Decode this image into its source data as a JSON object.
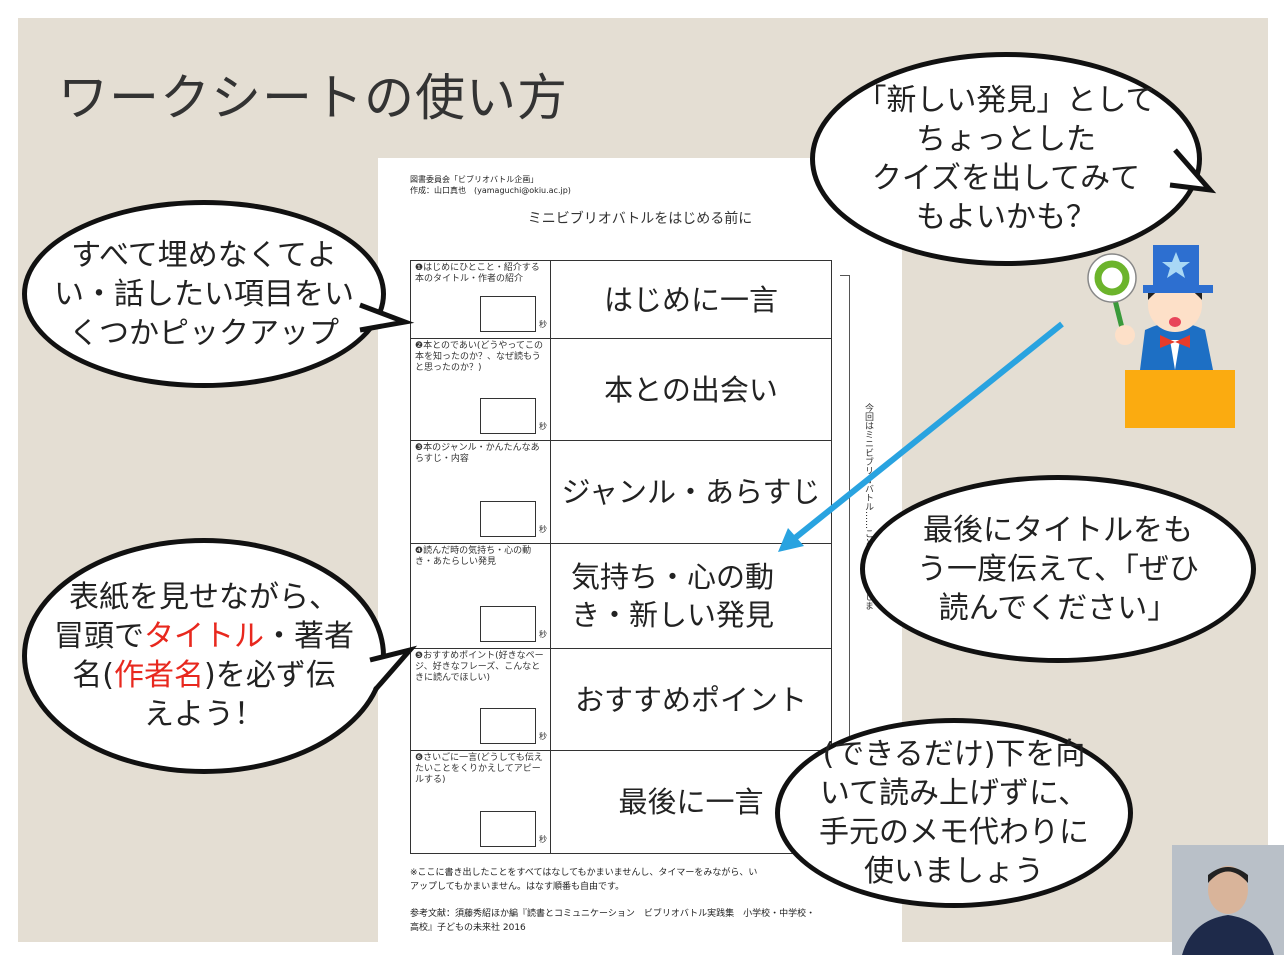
{
  "slide": {
    "title": "ワークシートの使い方"
  },
  "worksheet": {
    "header_line1": "図書委員会「ビブリオバトル企画」",
    "header_line2": "作成：山口真也　(yamaguchi@okiu.ac.jp)",
    "subtitle": "ミニビブリオバトルをはじめる前に",
    "rows": [
      {
        "prompt": "❶はじめにひとこと・紹介する本のタイトル・作者の紹介",
        "label": "はじめに一言",
        "unit": "秒"
      },
      {
        "prompt": "❷本とのであい(どうやってこの本を知ったのか？、なぜ読もうと思ったのか？)",
        "label": "本との出会い",
        "unit": "秒"
      },
      {
        "prompt": "❸本のジャンル・かんたんなあらすじ・内容",
        "label": "ジャンル・あらすじ",
        "unit": "秒"
      },
      {
        "prompt": "❹読んだ時の気持ち・心の動き・あたらしい発見",
        "label": "気持ち・心の動き・新しい発見",
        "unit": "秒"
      },
      {
        "prompt": "❺おすすめポイント(好きなページ、好きなフレーズ、こんなときに読んでほしい)",
        "label": "おすすめポイント",
        "unit": "秒"
      },
      {
        "prompt": "❻さいごに一言(どうしても伝えたいことをくりかえしてアピールする)",
        "label": "最後に一言",
        "unit": "秒"
      }
    ],
    "side_note": "今回はミニビブリオバトル……ことなるようにしま",
    "note_line1": "※ここに書き出したことをすべてはなしてもかまいませんし、タイマーをみながら、い",
    "note_line2": "アップしてもかまいません。はなす順番も自由です。",
    "ref_line1": "参考文献：須藤秀紹ほか編『読書とコミュニケーション　ビブリオバトル実践集　小学校・中学校・",
    "ref_line2": "高校』子どもの未来社 2016"
  },
  "bubbles": {
    "pick": [
      "すべて埋めなくてよ",
      "い・話したい項目をい",
      "くつかピックアップ"
    ],
    "quiz": [
      "「新しい発見」として",
      "ちょっとした",
      "クイズを出してみて",
      "もよいかも？"
    ],
    "ending": [
      "最後にタイトルをも",
      "う一度伝えて、「ぜひ",
      "読んでください」"
    ],
    "cover": {
      "l1": "表紙を見せながら、",
      "l2a": "冒頭で",
      "l2b": "タイトル",
      "l2c": "・著者",
      "l3a": "名(",
      "l3b": "作者名",
      "l3c": ")を必ず伝",
      "l4": "えよう！"
    },
    "memo": [
      "(できるだけ)下を向",
      "いて読み上げずに、",
      "手元のメモ代わりに",
      "使いましょう"
    ]
  },
  "colors": {
    "background": "#e4ded3",
    "accent_red": "#e8281e",
    "arrow_blue": "#29a3e0"
  }
}
